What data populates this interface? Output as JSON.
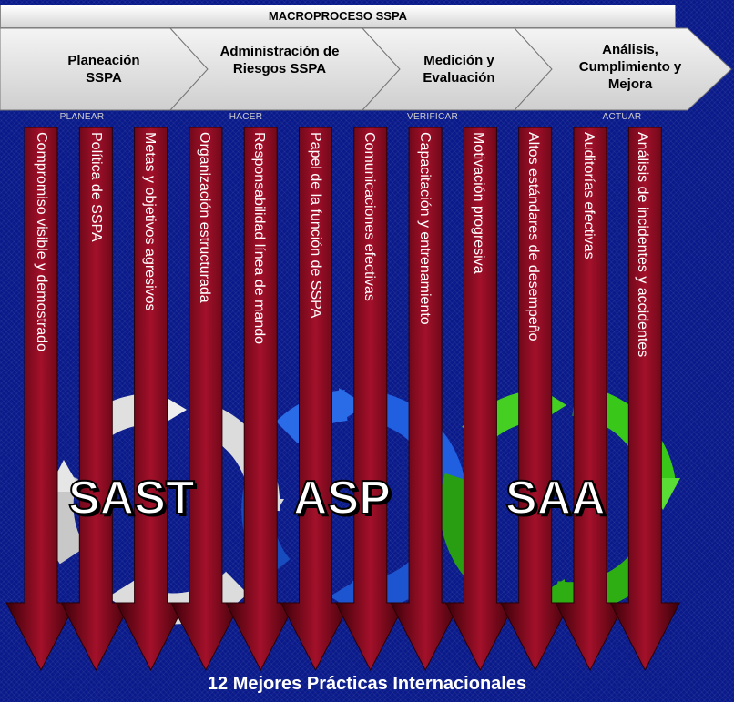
{
  "macroprocess_title": "MACROPROCESO SSPA",
  "phases": [
    {
      "title": "Planeación SSPA",
      "sub": "PLANEAR"
    },
    {
      "title": "Administración de Riesgos SSPA",
      "sub": "HACER"
    },
    {
      "title": "Medición y Evaluación",
      "sub": "VERIFICAR"
    },
    {
      "title": "Análisis, Cumplimiento y Mejora",
      "sub": "ACTUAR"
    }
  ],
  "practices": [
    "Compromiso visible y demostrado",
    "Política de SSPA",
    "Metas y objetivos agresivos",
    "Organización estructurada",
    "Responsabilidad línea de mando",
    "Papel de la función de SSPA",
    "Comunicaciones efectivas",
    "Capacitación y entrenamiento",
    "Motivación progresiva",
    "Altos estándares de desempeño",
    "Auditorías efectivas",
    "Análisis de incidentes y accidentes"
  ],
  "cycles": [
    {
      "label": "SAST",
      "color": "#d8d8d8"
    },
    {
      "label": "ASP",
      "color": "#1f5fe0"
    },
    {
      "label": "SAA",
      "color": "#39c81a"
    }
  ],
  "footer": "12 Mejores Prácticas Internacionales",
  "colors": {
    "background": "#0a1a8a",
    "bar_dark": "#3a0008",
    "bar_light": "#a3102a",
    "chevron": "#e4e4e4"
  }
}
